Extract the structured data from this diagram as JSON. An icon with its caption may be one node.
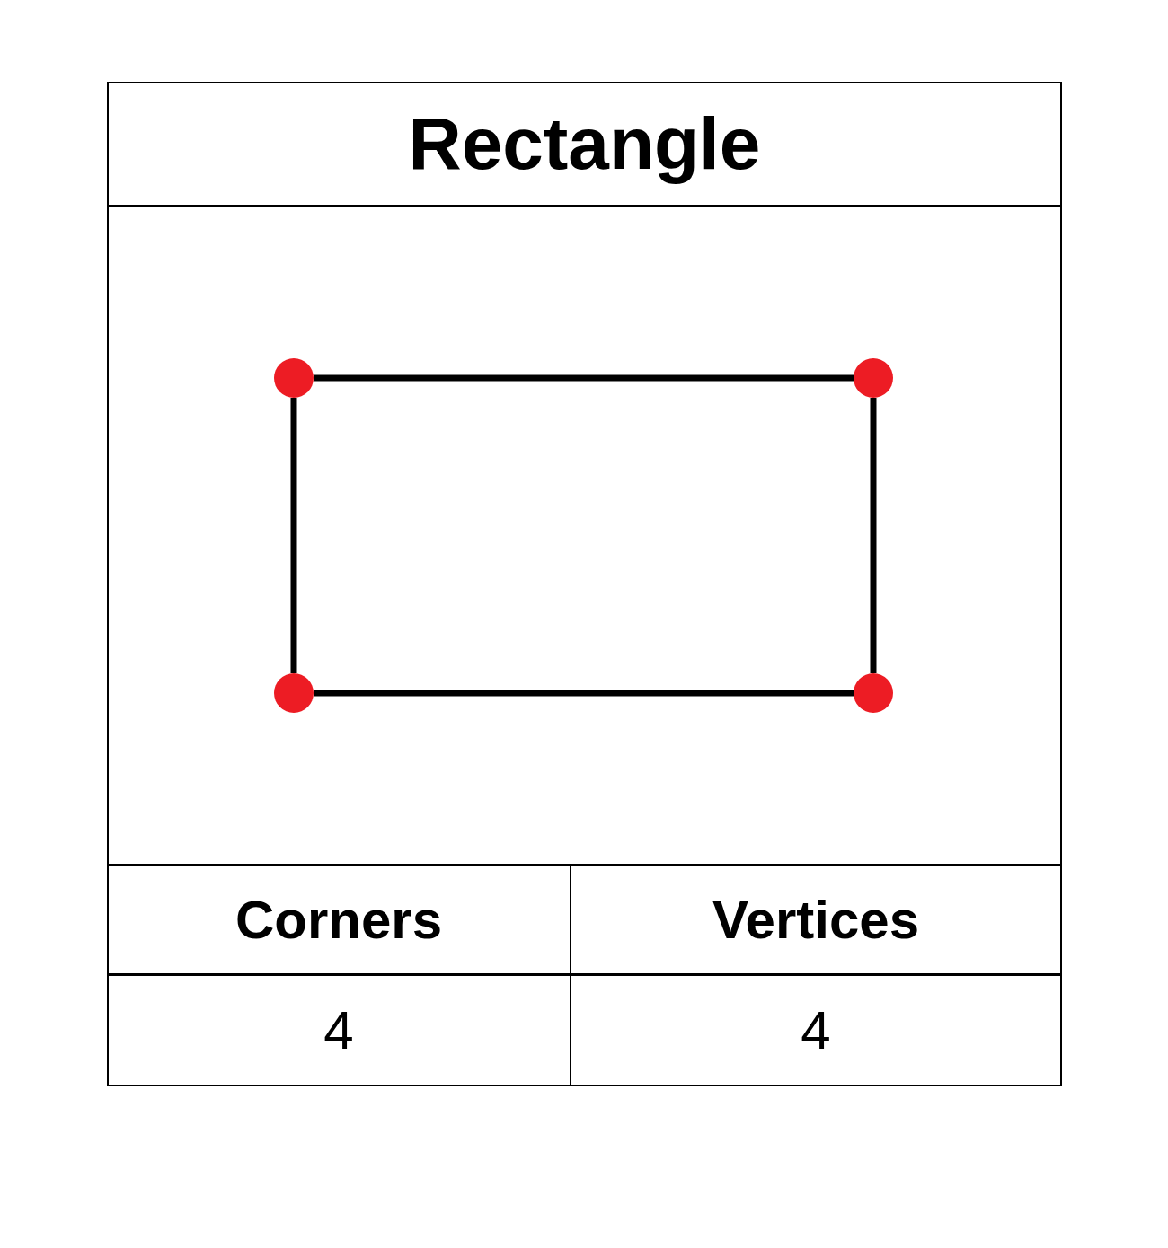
{
  "diagram": {
    "title": "Rectangle",
    "nodes": [
      {
        "text": [],
        "shape": "circle"
      },
      {
        "text": [],
        "shape": "circle"
      },
      {
        "text": [],
        "shape": "circle"
      },
      {
        "text": [],
        "shape": "circle"
      }
    ],
    "edges": [
      {
        "from": 0,
        "to": 1,
        "arrow": "none"
      },
      {
        "from": 1,
        "to": 3,
        "arrow": "none"
      },
      {
        "from": 3,
        "to": 2,
        "arrow": "none"
      },
      {
        "from": 2,
        "to": 0,
        "arrow": "none"
      }
    ],
    "labels": [
      "Corners",
      "Vertices",
      "4",
      "4"
    ]
  }
}
